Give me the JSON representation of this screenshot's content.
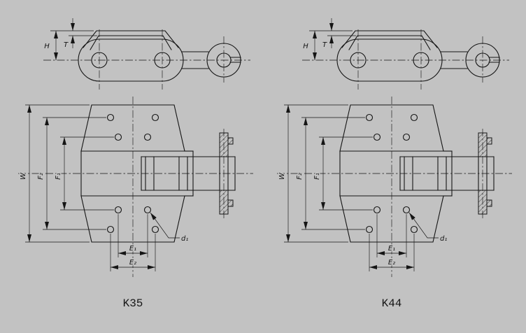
{
  "colors": {
    "bg": "#c2c2c2",
    "line": "#151515"
  },
  "figures": [
    {
      "caption": "K35"
    },
    {
      "caption": "K44"
    }
  ],
  "dimension_labels": {
    "height": "H",
    "thickness": "T",
    "width": "W",
    "f1": "F₁",
    "f2": "F₂",
    "e1": "E₁",
    "e2": "E₂",
    "d1": "d₁"
  }
}
